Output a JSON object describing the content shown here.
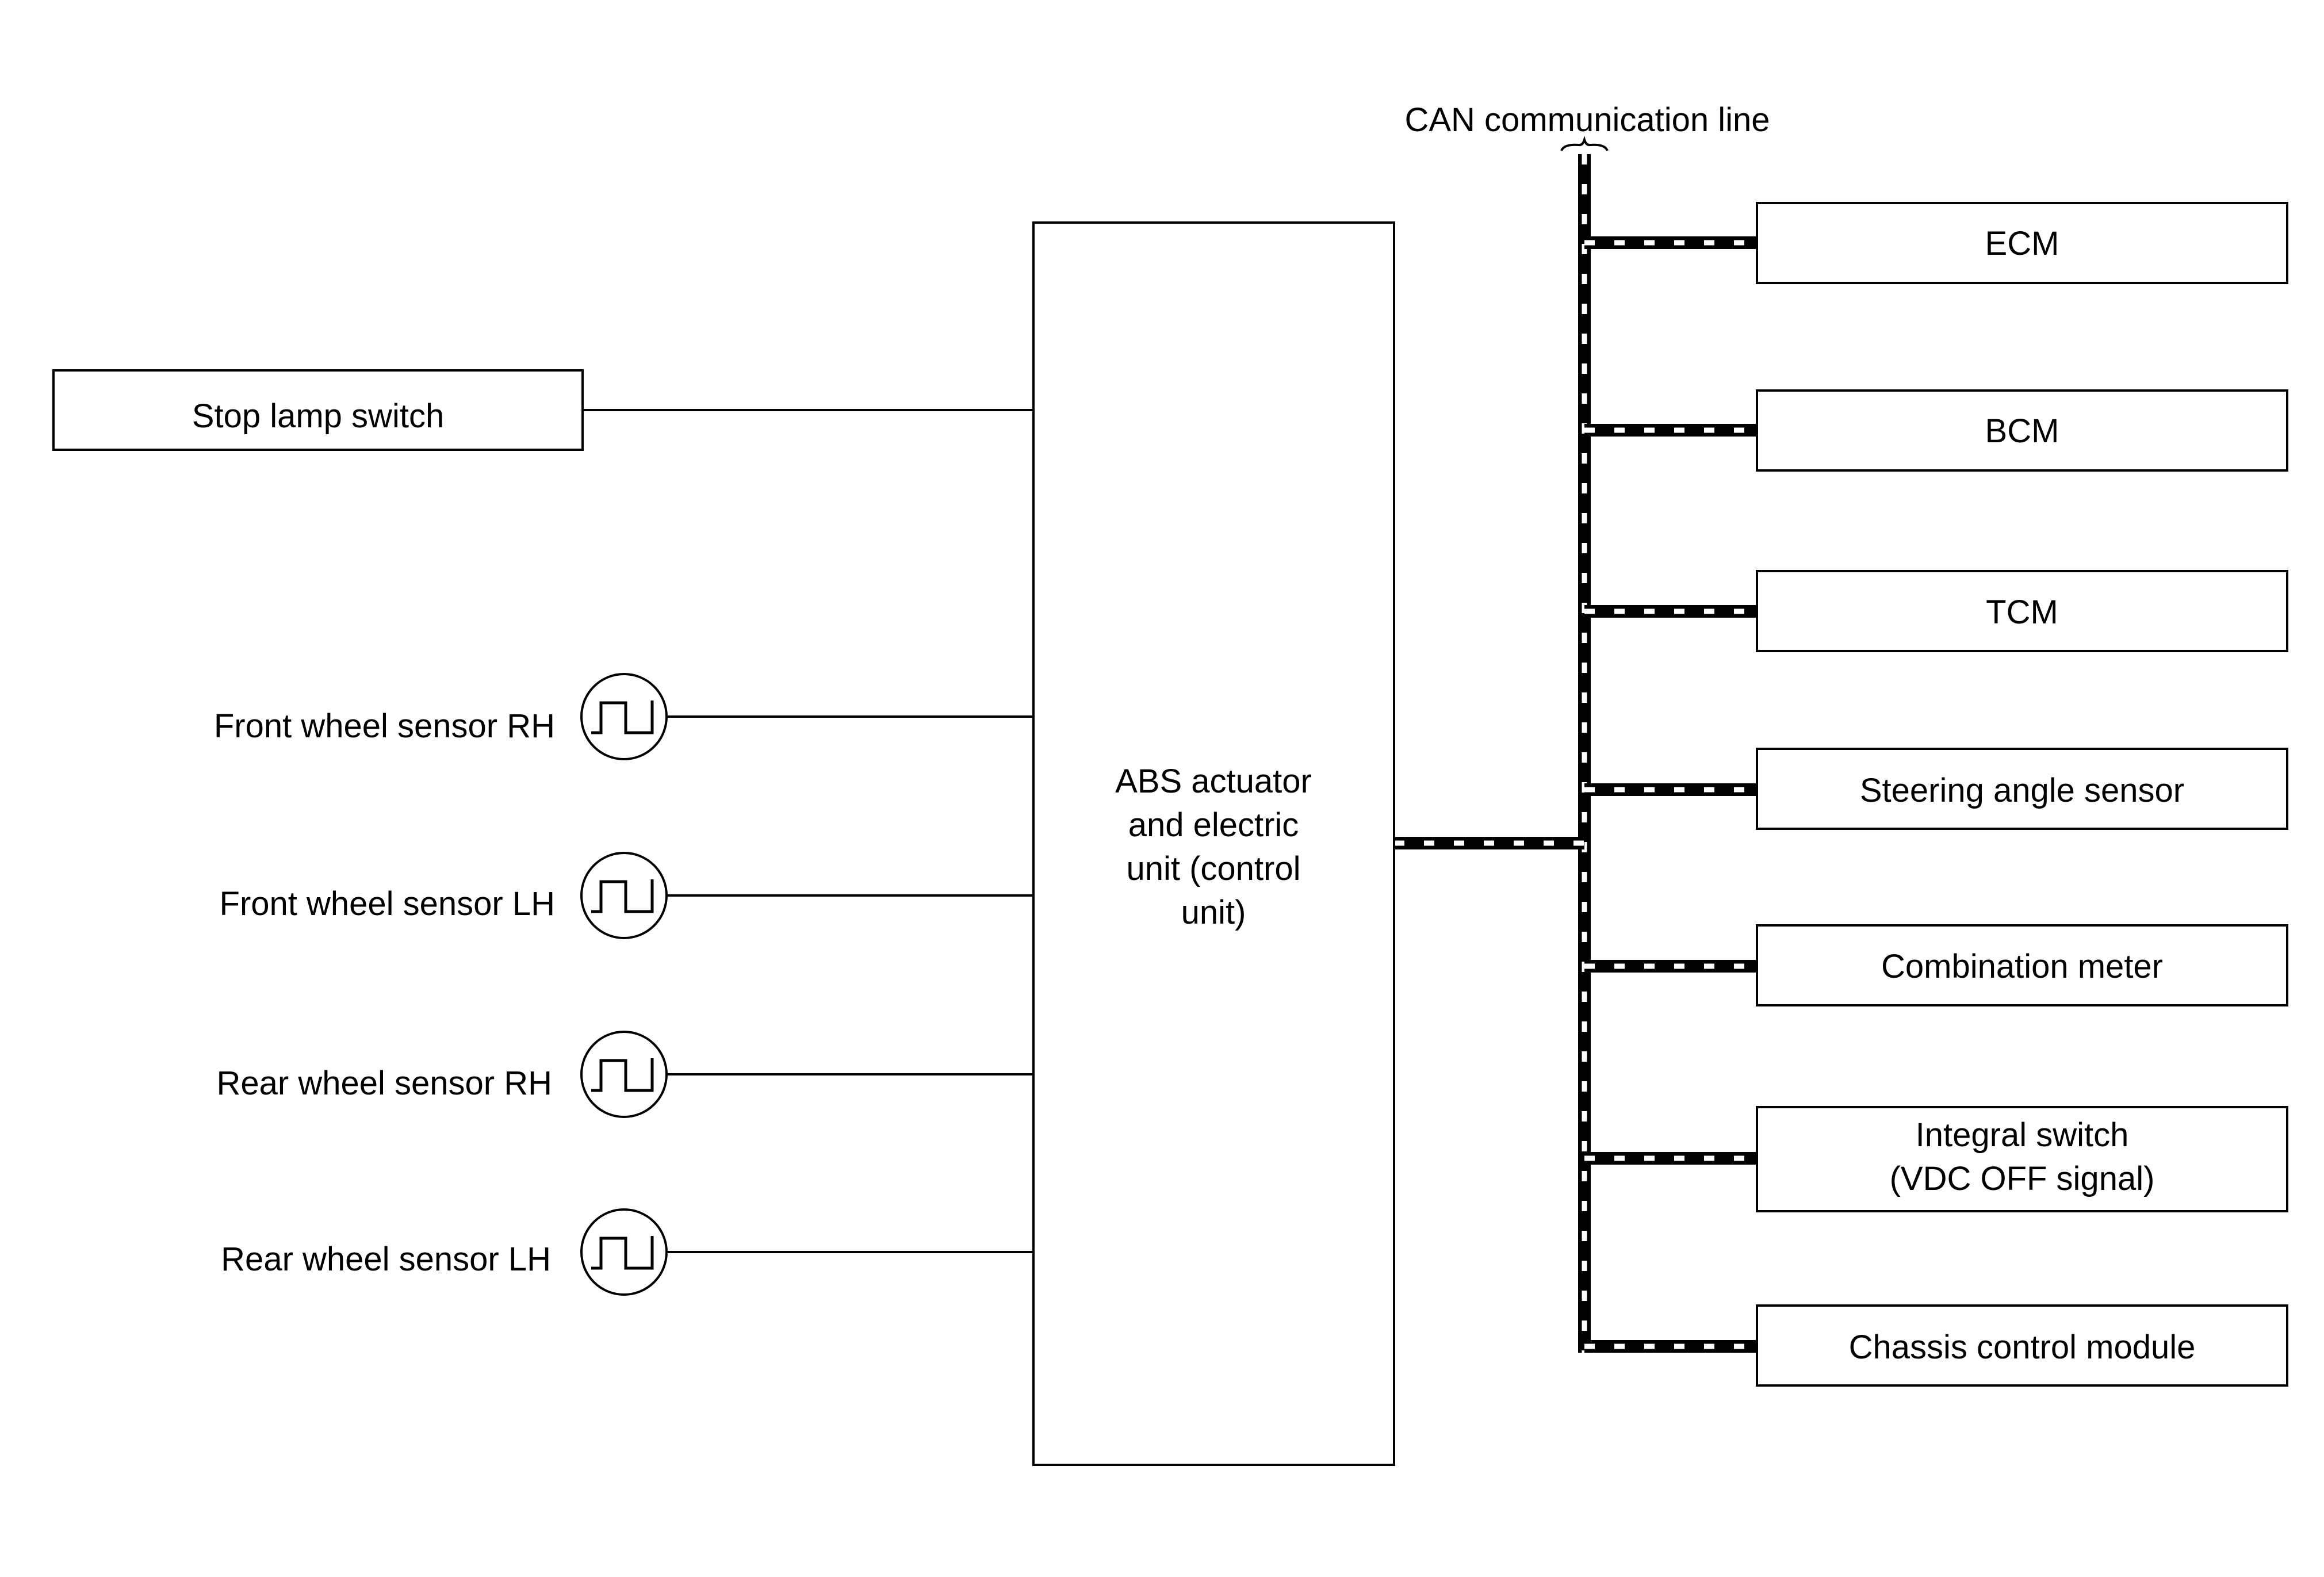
{
  "can_line": {
    "label": "CAN communication line"
  },
  "control_unit": {
    "lines": [
      "ABS actuator",
      "and electric",
      "unit (control",
      "unit)"
    ]
  },
  "inputs": {
    "stop_lamp_switch": "Stop lamp switch",
    "sensors": [
      {
        "label": "Front wheel sensor RH"
      },
      {
        "label": "Front wheel sensor LH"
      },
      {
        "label": "Rear wheel sensor RH"
      },
      {
        "label": "Rear wheel sensor LH"
      }
    ]
  },
  "modules": [
    {
      "lines": [
        "ECM"
      ]
    },
    {
      "lines": [
        "BCM"
      ]
    },
    {
      "lines": [
        "TCM"
      ]
    },
    {
      "lines": [
        "Steering angle sensor"
      ]
    },
    {
      "lines": [
        "Combination meter"
      ]
    },
    {
      "lines": [
        "Integral switch",
        "(VDC OFF signal)"
      ]
    },
    {
      "lines": [
        "Chassis control module"
      ]
    }
  ]
}
